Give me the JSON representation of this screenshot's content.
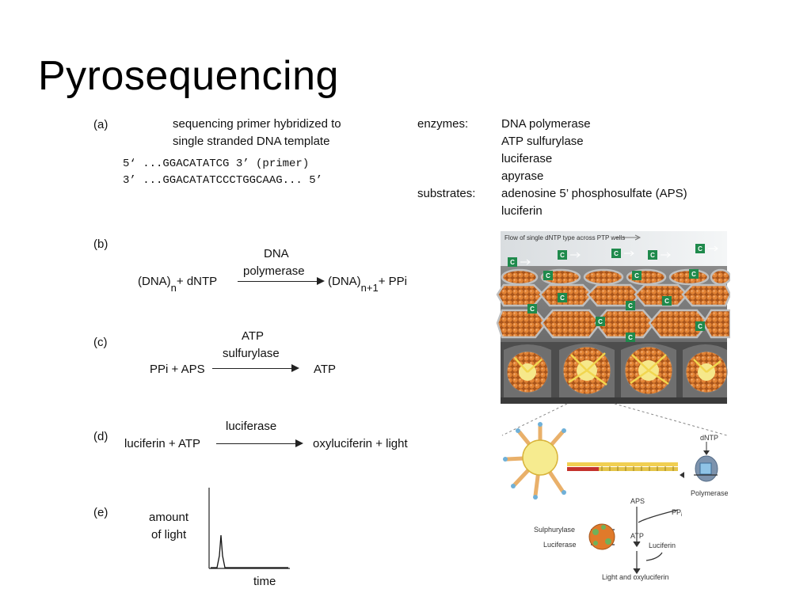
{
  "title": "Pyrosequencing",
  "panel_a": {
    "label": "(a)",
    "desc_line1": "sequencing primer hybridized to",
    "desc_line2": "single stranded DNA template",
    "seq1": "5‘ ...GGACATATCG 3’ (primer)",
    "seq2": "3’ ...GGACATATCCCTGGCAAG... 5’"
  },
  "lists": {
    "enzymes_label": "enzymes:",
    "enzymes": [
      "DNA polymerase",
      "ATP sulfurylase",
      "luciferase",
      "apyrase"
    ],
    "substrates_label": "substrates:",
    "substrates": [
      "adenosine 5’ phosphosulfate (APS)",
      "luciferin"
    ]
  },
  "panel_b": {
    "label": "(b)",
    "enzyme_line1": "DNA",
    "enzyme_line2": "polymerase",
    "left1": "(DNA)",
    "left_sub": "n",
    "left2": "+ dNTP",
    "right1": "(DNA)",
    "right_sub": "n+1",
    "right2": "+ PPi"
  },
  "panel_c": {
    "label": "(c)",
    "enzyme_line1": "ATP",
    "enzyme_line2": "sulfurylase",
    "left": "PPi + APS",
    "right": "ATP"
  },
  "panel_d": {
    "label": "(d)",
    "enzyme": "luciferase",
    "left": "luciferin + ATP",
    "right": "oxyluciferin + light"
  },
  "panel_e": {
    "label": "(e)",
    "ylabel_line1": "amount",
    "ylabel_line2": "of light",
    "xlabel": "time"
  },
  "figure": {
    "flow_caption": "Flow of single dNTP type across PTP wells",
    "bead_letter": "C",
    "dntp": "dNTP",
    "polymerase": "Polymerase",
    "aps": "APS",
    "ppi": "PP",
    "ppi_sub": "i",
    "atp": "ATP",
    "sulphurylase": "Sulphurylase",
    "luciferase": "Luciferase",
    "luciferin": "Luciferin",
    "light": "Light and oxyluciferin",
    "colors": {
      "bead": "#e07a2a",
      "well": "#6f6f6f",
      "nucleotide": "#1f8a4c"
    }
  }
}
